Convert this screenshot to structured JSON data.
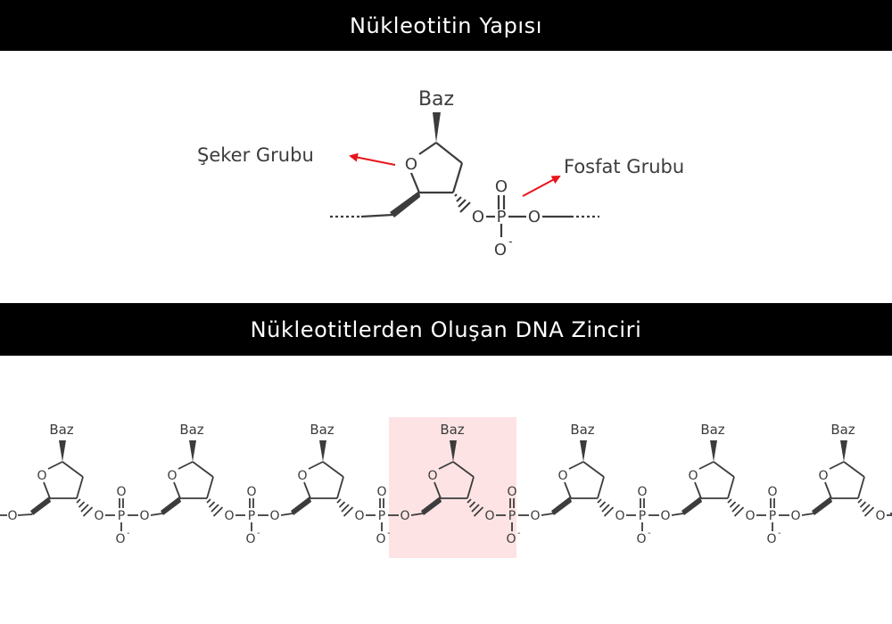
{
  "titles": {
    "structure": "Nükleotitin Yapısı",
    "chain": "Nükleotitlerden Oluşan DNA Zinciri"
  },
  "labels": {
    "base": "Baz",
    "sugar_group": "Şeker Grubu",
    "phosphate_group": "Fosfat Grubu"
  },
  "atoms": {
    "oxygen": "O",
    "phosphorus": "P",
    "oxygen_minus": "O",
    "minus_sign": "-"
  },
  "chain": {
    "nucleotide_count": 7,
    "highlighted_index": 3
  },
  "colors": {
    "banner_bg": "#000000",
    "banner_text": "#ffffff",
    "bond": "#3c3c3c",
    "arrow": "#e8141b",
    "highlight": "#fde3e4"
  }
}
